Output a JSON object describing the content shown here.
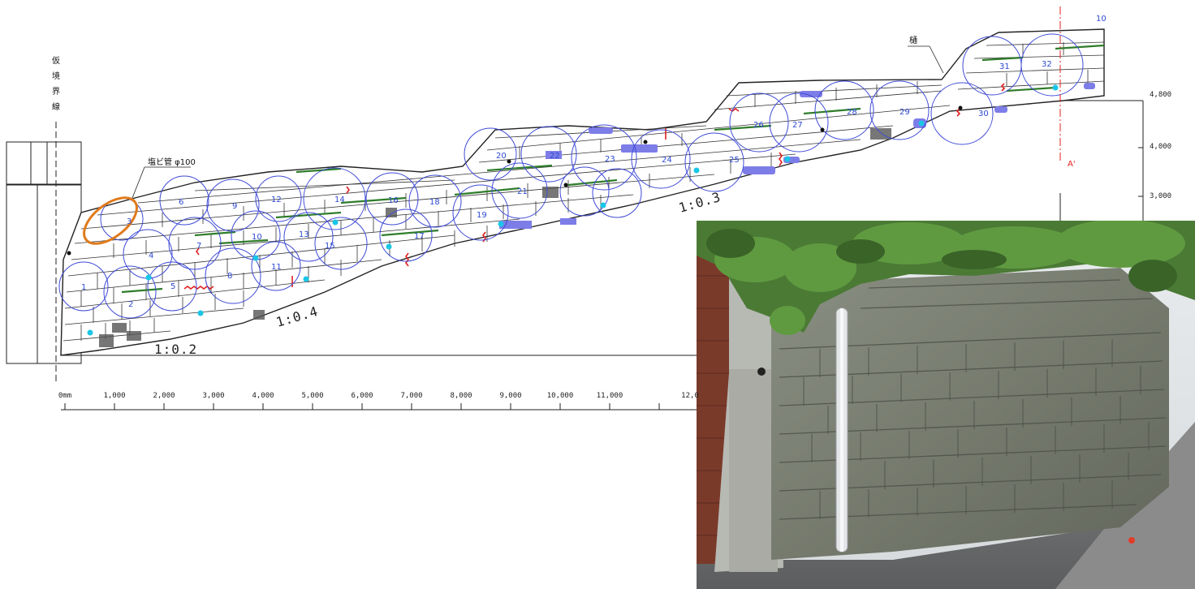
{
  "boundary_label": [
    "仮",
    "境",
    "界",
    "線"
  ],
  "pipe_label": "塩ビ管 φ100",
  "drain_label": "樋",
  "section_mark": "A'",
  "slopes": [
    "1:0.2",
    "1:0.4",
    "1:0.3"
  ],
  "scale_ticks": [
    "0mm",
    "1,000",
    "2,000",
    "3,000",
    "4,000",
    "5,000",
    "6,000",
    "7,000",
    "8,000",
    "9,000",
    "10,000",
    "11,000",
    "12,0"
  ],
  "elevation_ticks": [
    "4,800",
    "4,000",
    "3,000"
  ],
  "circle_ids": [
    "1",
    "2",
    "3",
    "4",
    "5",
    "6",
    "7",
    "8",
    "9",
    "10",
    "11",
    "12",
    "13",
    "14",
    "15",
    "16",
    "17",
    "18",
    "19",
    "20",
    "21",
    "22",
    "23",
    "24",
    "25",
    "26",
    "27",
    "28",
    "29",
    "30",
    "31",
    "32"
  ],
  "colors": {
    "circle": "#3f4bd6",
    "highlight": "#e07a1a",
    "moss": "#2f7d2a",
    "fill": "#7d7de8",
    "crack": "#e02020",
    "point": "#19c6e6",
    "section": "#e0201f"
  },
  "photo": {
    "subject": "stone-retaining-wall-photo"
  }
}
